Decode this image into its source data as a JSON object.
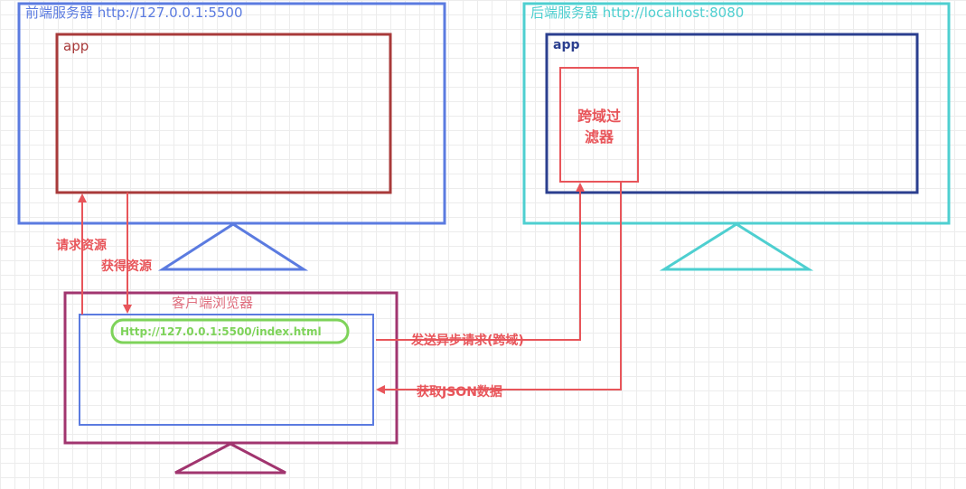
{
  "frontend_server": {
    "title": "前端服务器 http://127.0.0.1:5500",
    "app_label": "app",
    "border_color": "#5b7be0",
    "app_border_color": "#a83a3a"
  },
  "backend_server": {
    "title": "后端服务器 http://localhost:8080",
    "app_label": "app",
    "filter_line1": "跨域过",
    "filter_line2": "滤器",
    "border_color": "#4ecfd0",
    "app_border_color": "#2b3f8f",
    "filter_color": "#e8555a"
  },
  "client_browser": {
    "title": "客户端浏览器",
    "url": "Http://127.0.0.1:5500/index.html",
    "border_color": "#a1356f",
    "inner_border_color": "#5b7be0",
    "url_color": "#7ed35a"
  },
  "arrows": {
    "request_resource": "请求资源",
    "get_resource": "获得资源",
    "send_async_request": "发送异步请求(跨域)",
    "get_json": "获取JSON数据",
    "color": "#e8555a"
  }
}
